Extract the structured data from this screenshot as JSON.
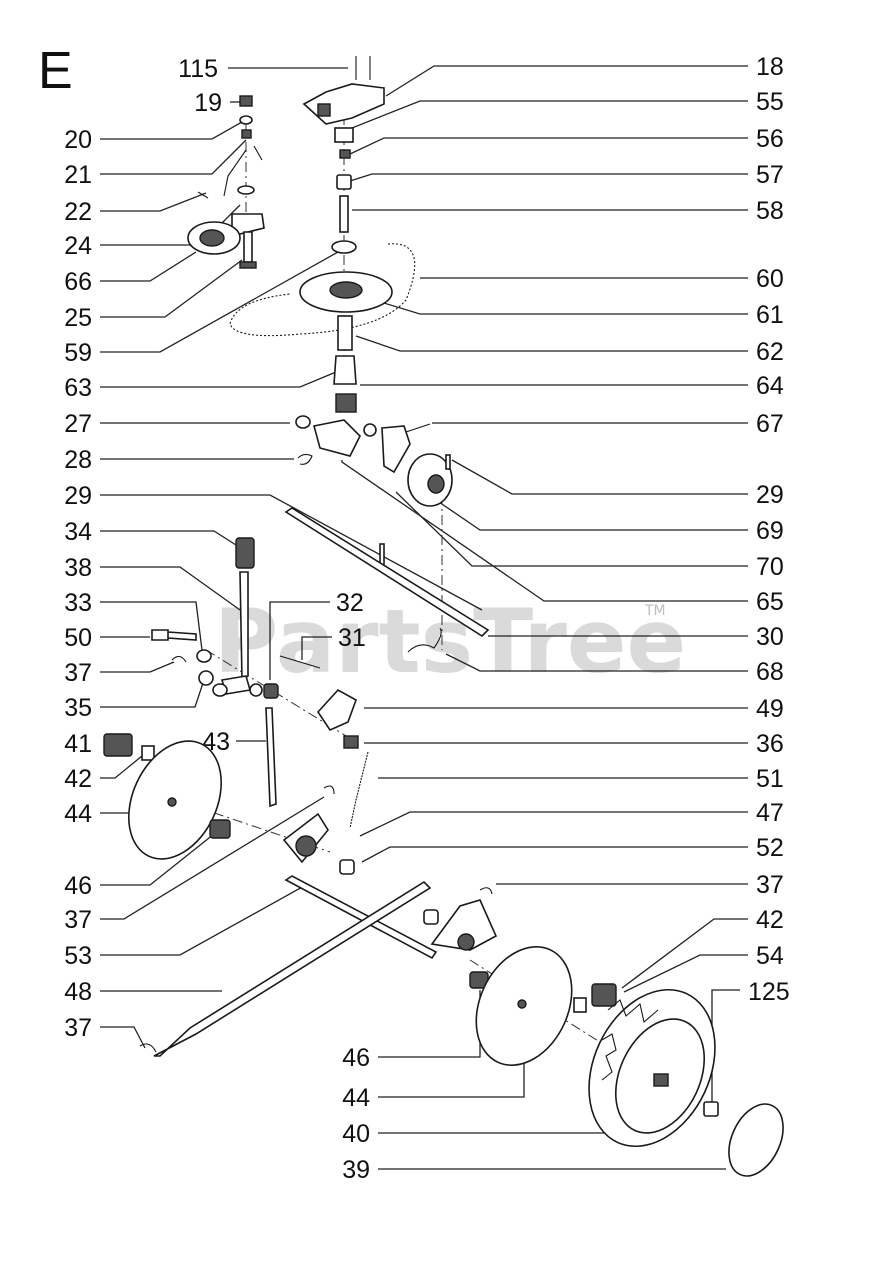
{
  "section_letter": "E",
  "watermark": "PartsTree",
  "watermark_tm": "TM",
  "callouts_left": [
    {
      "id": "19",
      "label": "19"
    },
    {
      "id": "20",
      "label": "20"
    },
    {
      "id": "21",
      "label": "21"
    },
    {
      "id": "22",
      "label": "22"
    },
    {
      "id": "24",
      "label": "24"
    },
    {
      "id": "66",
      "label": "66"
    },
    {
      "id": "25",
      "label": "25"
    },
    {
      "id": "59",
      "label": "59"
    },
    {
      "id": "63",
      "label": "63"
    },
    {
      "id": "27",
      "label": "27"
    },
    {
      "id": "28",
      "label": "28"
    },
    {
      "id": "29a",
      "label": "29"
    },
    {
      "id": "34",
      "label": "34"
    },
    {
      "id": "38",
      "label": "38"
    },
    {
      "id": "33",
      "label": "33"
    },
    {
      "id": "50",
      "label": "50"
    },
    {
      "id": "37a",
      "label": "37"
    },
    {
      "id": "35",
      "label": "35"
    },
    {
      "id": "41",
      "label": "41"
    },
    {
      "id": "42a",
      "label": "42"
    },
    {
      "id": "44a",
      "label": "44"
    },
    {
      "id": "46a",
      "label": "46"
    },
    {
      "id": "37b",
      "label": "37"
    },
    {
      "id": "53",
      "label": "53"
    },
    {
      "id": "48",
      "label": "48"
    },
    {
      "id": "37c",
      "label": "37"
    }
  ],
  "callouts_right": [
    {
      "id": "18",
      "label": "18"
    },
    {
      "id": "55",
      "label": "55"
    },
    {
      "id": "56",
      "label": "56"
    },
    {
      "id": "57",
      "label": "57"
    },
    {
      "id": "58",
      "label": "58"
    },
    {
      "id": "60",
      "label": "60"
    },
    {
      "id": "61",
      "label": "61"
    },
    {
      "id": "62",
      "label": "62"
    },
    {
      "id": "64",
      "label": "64"
    },
    {
      "id": "67",
      "label": "67"
    },
    {
      "id": "29b",
      "label": "29"
    },
    {
      "id": "69",
      "label": "69"
    },
    {
      "id": "70",
      "label": "70"
    },
    {
      "id": "65",
      "label": "65"
    },
    {
      "id": "30",
      "label": "30"
    },
    {
      "id": "68",
      "label": "68"
    },
    {
      "id": "49",
      "label": "49"
    },
    {
      "id": "36",
      "label": "36"
    },
    {
      "id": "51",
      "label": "51"
    },
    {
      "id": "47",
      "label": "47"
    },
    {
      "id": "52",
      "label": "52"
    },
    {
      "id": "37d",
      "label": "37"
    },
    {
      "id": "42b",
      "label": "42"
    },
    {
      "id": "54",
      "label": "54"
    },
    {
      "id": "125",
      "label": "125"
    }
  ],
  "callouts_inner": [
    {
      "id": "115",
      "label": "115"
    },
    {
      "id": "32",
      "label": "32"
    },
    {
      "id": "31",
      "label": "31"
    },
    {
      "id": "43",
      "label": "43"
    },
    {
      "id": "46b",
      "label": "46"
    },
    {
      "id": "44b",
      "label": "44"
    },
    {
      "id": "40",
      "label": "40"
    },
    {
      "id": "39",
      "label": "39"
    }
  ]
}
